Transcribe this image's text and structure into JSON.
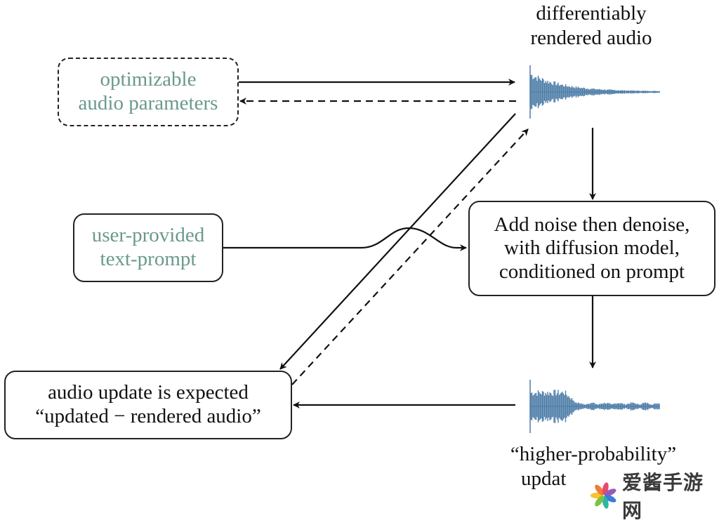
{
  "nodes": {
    "params": {
      "lines": [
        "optimizable",
        "audio parameters"
      ],
      "style": "dashed",
      "text_color": "#6a998d"
    },
    "prompt": {
      "lines": [
        "user-provided",
        "text-prompt"
      ],
      "style": "solid",
      "text_color": "#6a998d"
    },
    "diffusion": {
      "lines": [
        "Add noise then denoise,",
        "with diffusion model,",
        "conditioned on prompt"
      ],
      "style": "solid"
    },
    "update": {
      "lines": [
        "audio update is expected",
        "“updated − rendered audio”"
      ],
      "style": "solid"
    }
  },
  "waveforms": {
    "rendered": {
      "caption_lines": [
        "differentiably",
        "rendered audio"
      ],
      "color": "#4f7ea8"
    },
    "updated": {
      "caption_lines": [
        "“higher-probability”",
        "updat"
      ],
      "color": "#4f7ea8"
    }
  },
  "edges": [
    {
      "from": "params",
      "to": "rendered",
      "style": "solid"
    },
    {
      "from": "rendered",
      "to": "params",
      "style": "dashed"
    },
    {
      "from": "rendered",
      "to": "diffusion",
      "style": "solid"
    },
    {
      "from": "prompt",
      "to": "diffusion",
      "style": "solid",
      "note": "hops over diagonal"
    },
    {
      "from": "diffusion",
      "to": "updated",
      "style": "solid"
    },
    {
      "from": "updated",
      "to": "update",
      "style": "solid"
    },
    {
      "from": "rendered",
      "to": "update",
      "style": "solid"
    },
    {
      "from": "update",
      "to": "rendered",
      "style": "dashed"
    }
  ],
  "watermark": {
    "text": "爱酱手游网",
    "petal_colors": [
      "#f6c431",
      "#f07c3a",
      "#e84a6a",
      "#9b59b6",
      "#3b7dd8",
      "#2fb5a0",
      "#7cc242"
    ]
  }
}
